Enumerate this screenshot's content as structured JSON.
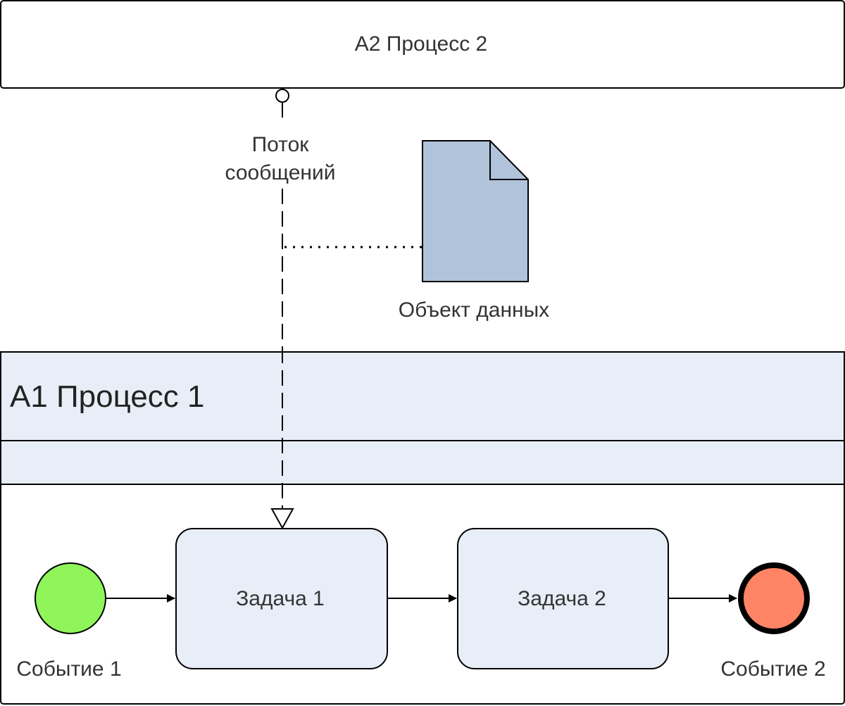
{
  "pool_top": {
    "label": "A2 Процесс 2"
  },
  "pool_bottom": {
    "label": "A1 Процесс 1"
  },
  "message_flow": {
    "label_line1": "Поток",
    "label_line2": "сообщений"
  },
  "data_object": {
    "label": "Объект данных"
  },
  "start_event": {
    "label": "Событие 1"
  },
  "end_event": {
    "label": "Событие 2"
  },
  "task1": {
    "label": "Задача 1"
  },
  "task2": {
    "label": "Задача 2"
  },
  "colors": {
    "pool_fill": "#e8eef7",
    "task_fill": "#e8eef7",
    "data_object_fill": "#b0c3da",
    "start_event_fill": "#8ff55a",
    "end_event_fill": "#ff8466",
    "stroke": "#000000"
  }
}
